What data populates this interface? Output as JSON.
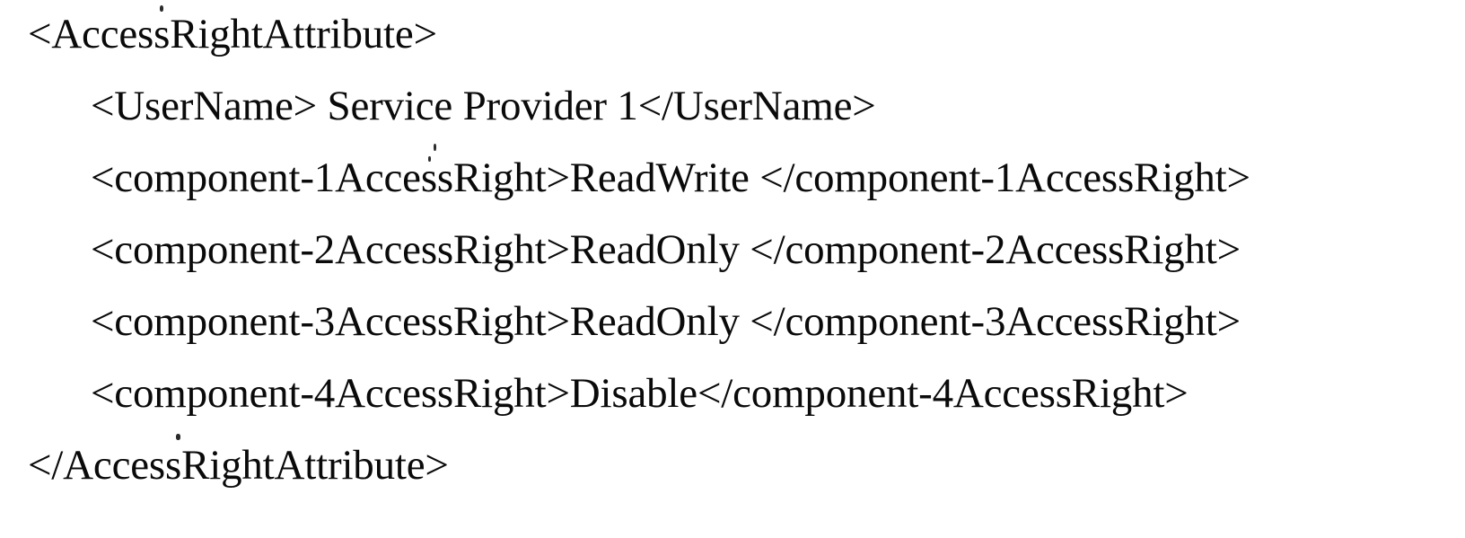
{
  "document": {
    "kind": "xml-code-listing",
    "root_element": "AccessRightAttribute",
    "background_color": "#ffffff",
    "text_color": "#0a0a0a"
  },
  "code": {
    "lines": [
      {
        "indent": 0,
        "text": "<AccessRightAttribute>"
      },
      {
        "indent": 1,
        "text": "<UserName> Service Provider 1</UserName>"
      },
      {
        "indent": 1,
        "text": "<component-1AccessRight>ReadWrite </component-1AccessRight>"
      },
      {
        "indent": 1,
        "text": "<component-2AccessRight>ReadOnly </component-2AccessRight>"
      },
      {
        "indent": 1,
        "text": "<component-3AccessRight>ReadOnly </component-3AccessRight>"
      },
      {
        "indent": 1,
        "text": "<component-4AccessRight>Disable</component-4AccessRight>"
      },
      {
        "indent": 0,
        "text": "</AccessRightAttribute>"
      }
    ]
  },
  "fields": {
    "user_name": "Service Provider 1",
    "component_1_access_right": "ReadWrite",
    "component_2_access_right": "ReadOnly",
    "component_3_access_right": "ReadOnly",
    "component_4_access_right": "Disable"
  }
}
